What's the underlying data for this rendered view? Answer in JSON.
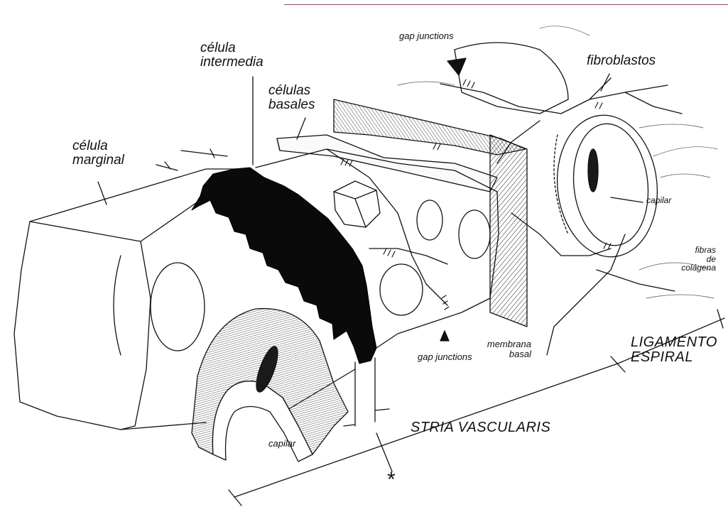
{
  "labels": {
    "celula_intermedia_l1": "célula",
    "celula_intermedia_l2": "intermedia",
    "celulas_basales_l1": "células",
    "celulas_basales_l2": "basales",
    "celula_marginal_l1": "célula",
    "celula_marginal_l2": "marginal",
    "gap_junctions_top": "gap junctions",
    "gap_junctions_bottom": "gap junctions",
    "fibroblastos": "fibroblastos",
    "capilar_right": "capilar",
    "capilar_bottom": "capilar",
    "fibras_l1": "fibras",
    "fibras_l2": "de",
    "fibras_l3": "colágena",
    "membrana_l1": "membrana",
    "membrana_l2": "basal",
    "ligamento_l1": "LIGAMENTO",
    "ligamento_l2": "ESPIRAL",
    "stria": "STRIA VASCULARIS",
    "asterisk": "*"
  },
  "colors": {
    "ink": "#111111",
    "rule": "#8c4a6e",
    "paper": "#ffffff"
  }
}
